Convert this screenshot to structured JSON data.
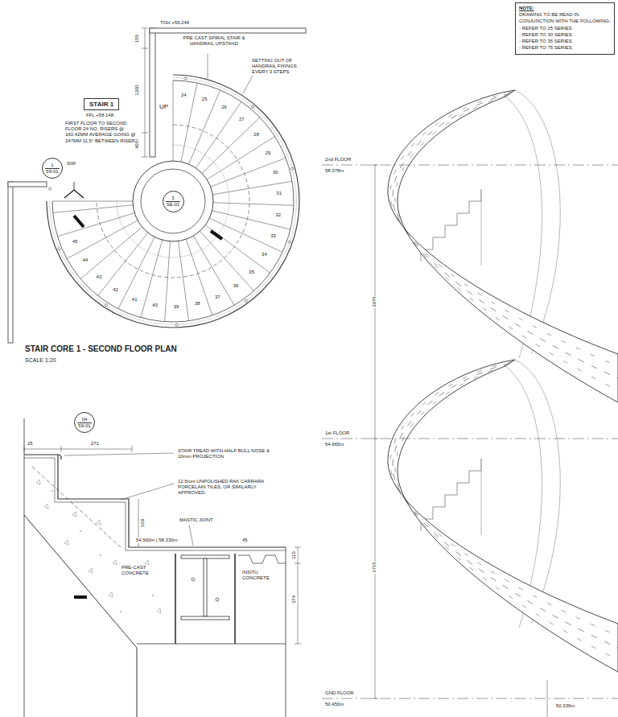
{
  "diagram": {
    "nodes": [
      {
        "text": [
          "STAIR 1"
        ]
      },
      {
        "text": [
          "1",
          "59-01"
        ]
      },
      {
        "text": [
          "3",
          "SE-01"
        ]
      },
      {
        "text": [
          "04",
          "59-01"
        ]
      },
      {
        "text": [
          "NOTE:",
          "DRAWING TO BE READ IN CONJUNCTION WITH THE FOLLOWING:",
          "- REFER TO 25 SERIES",
          "- REFER TO 30 SERIES",
          "- REFER TO 35 SERIES",
          "- REFER TO 75 SERIES"
        ]
      }
    ],
    "labels": [
      "TOH +59.249",
      "PRE CAST SPIRAL STAIR & HANDRAIL UPSTAND",
      "SETTING OUT OF HANDRAIL FIXINGS EVERY 3 STEPS",
      "FFL +58.148",
      "FIRST FLOOR TO SECOND FLOOR 24 NO. RISERS @ 160.42MM AVERAGE GOING @ 247MM 11.5° BETWEEN RISERS",
      "UP",
      "150",
      "1200",
      "400",
      "SIM",
      "24",
      "25",
      "26",
      "27",
      "28",
      "29",
      "30",
      "31",
      "32",
      "33",
      "34",
      "35",
      "36",
      "37",
      "38",
      "39",
      "40",
      "41",
      "42",
      "43",
      "44",
      "45",
      "STAIR CORE 1 - SECOND FLOOR PLAN",
      "SCALE 1:20",
      "25",
      "271",
      "STAIR TREAD WITH HALF BULL NOSE & 10mm PROJECTION",
      "12.5mm UNPOLISHED RAK CARRARA PORCELAIN TILES, OR SIMILARLY APPROVED.",
      "MASTIC JOINT",
      "54.960m | 58.330m",
      "45",
      "PRE-CAST CONCRETE",
      "INSITU CONCRETE",
      "169",
      "110",
      "374",
      "2nd FLOOR",
      "58.378m",
      "1st FLOOR",
      "54.965m",
      "3970",
      "3715",
      "GND FLOOR",
      "50.450m",
      "50.336m"
    ]
  }
}
